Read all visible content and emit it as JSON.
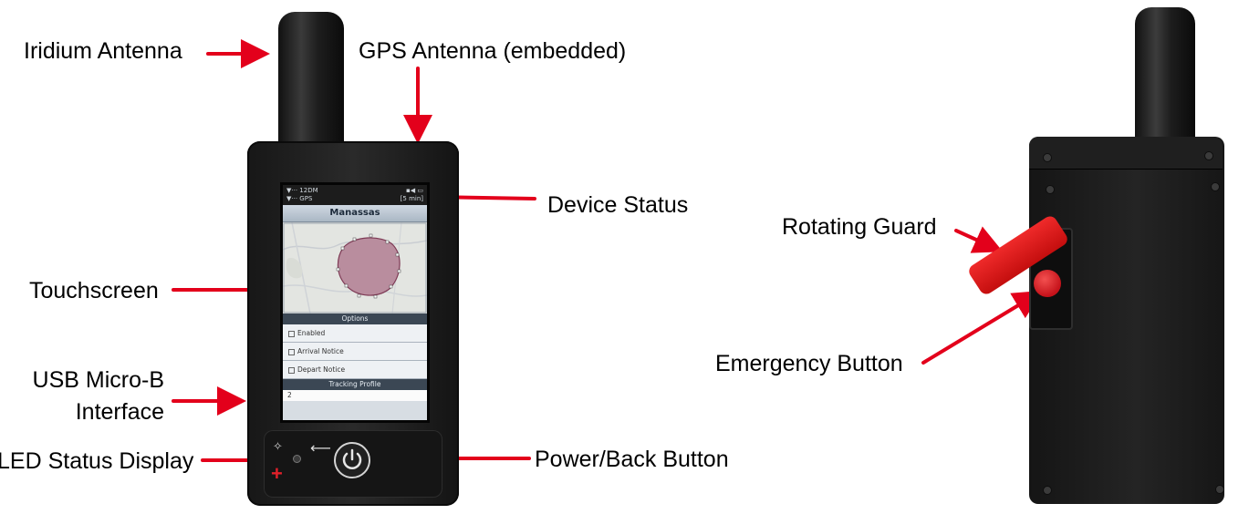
{
  "labels": {
    "iridium_antenna": "Iridium Antenna",
    "gps_antenna": "GPS Antenna (embedded)",
    "device_status": "Device Status",
    "touchscreen": "Touchscreen",
    "usb_line1": "USB Micro-B",
    "usb_line2": "Interface",
    "led_status": "LED Status Display",
    "power_back": "Power/Back Button",
    "rotating_guard": "Rotating Guard",
    "emergency_button": "Emergency Button"
  },
  "screen": {
    "status_left_1": "12DM",
    "status_left_2": "GPS",
    "status_right": "[5 min]",
    "title": "Manassas",
    "options_header": "Options",
    "options": [
      "Enabled",
      "Arrival Notice",
      "Depart Notice"
    ],
    "profile_header": "Tracking Profile",
    "profile_value": "2"
  },
  "colors": {
    "arrow": "#e3001b",
    "device": "#1a1a1a",
    "guard": "#d7191c"
  }
}
